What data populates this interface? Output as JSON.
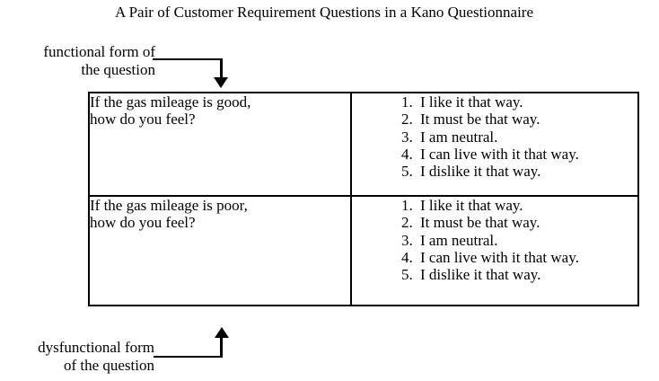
{
  "figure": {
    "title": "A Pair of Customer Requirement Questions in a Kano Questionnaire"
  },
  "callouts": {
    "functional": {
      "label": "functional form of\nthe question",
      "arrow_direction": "down",
      "arrow_icon": "arrow-down-icon"
    },
    "dysfunctional": {
      "label": "dysfunctional form\nof the question",
      "arrow_direction": "up",
      "arrow_icon": "arrow-up-icon"
    }
  },
  "table": {
    "rows": [
      {
        "form": "functional",
        "question": "If the gas mileage is good,\nhow do you feel?",
        "answers": [
          {
            "number": "1.",
            "text": "I like it that way."
          },
          {
            "number": "2.",
            "text": "It must be that way."
          },
          {
            "number": "3.",
            "text": "I am neutral."
          },
          {
            "number": "4.",
            "text": "I can live with it that way."
          },
          {
            "number": "5.",
            "text": "I dislike it that way."
          }
        ]
      },
      {
        "form": "dysfunctional",
        "question": "If the gas mileage is poor,\nhow do you feel?",
        "answers": [
          {
            "number": "1.",
            "text": "I like it that way."
          },
          {
            "number": "2.",
            "text": "It must be that way."
          },
          {
            "number": "3.",
            "text": "I am neutral."
          },
          {
            "number": "4.",
            "text": "I can live with it that way."
          },
          {
            "number": "5.",
            "text": "I dislike it that way."
          }
        ]
      }
    ]
  },
  "colors": {
    "background": "#ffffff",
    "text": "#000000",
    "border": "#000000"
  }
}
